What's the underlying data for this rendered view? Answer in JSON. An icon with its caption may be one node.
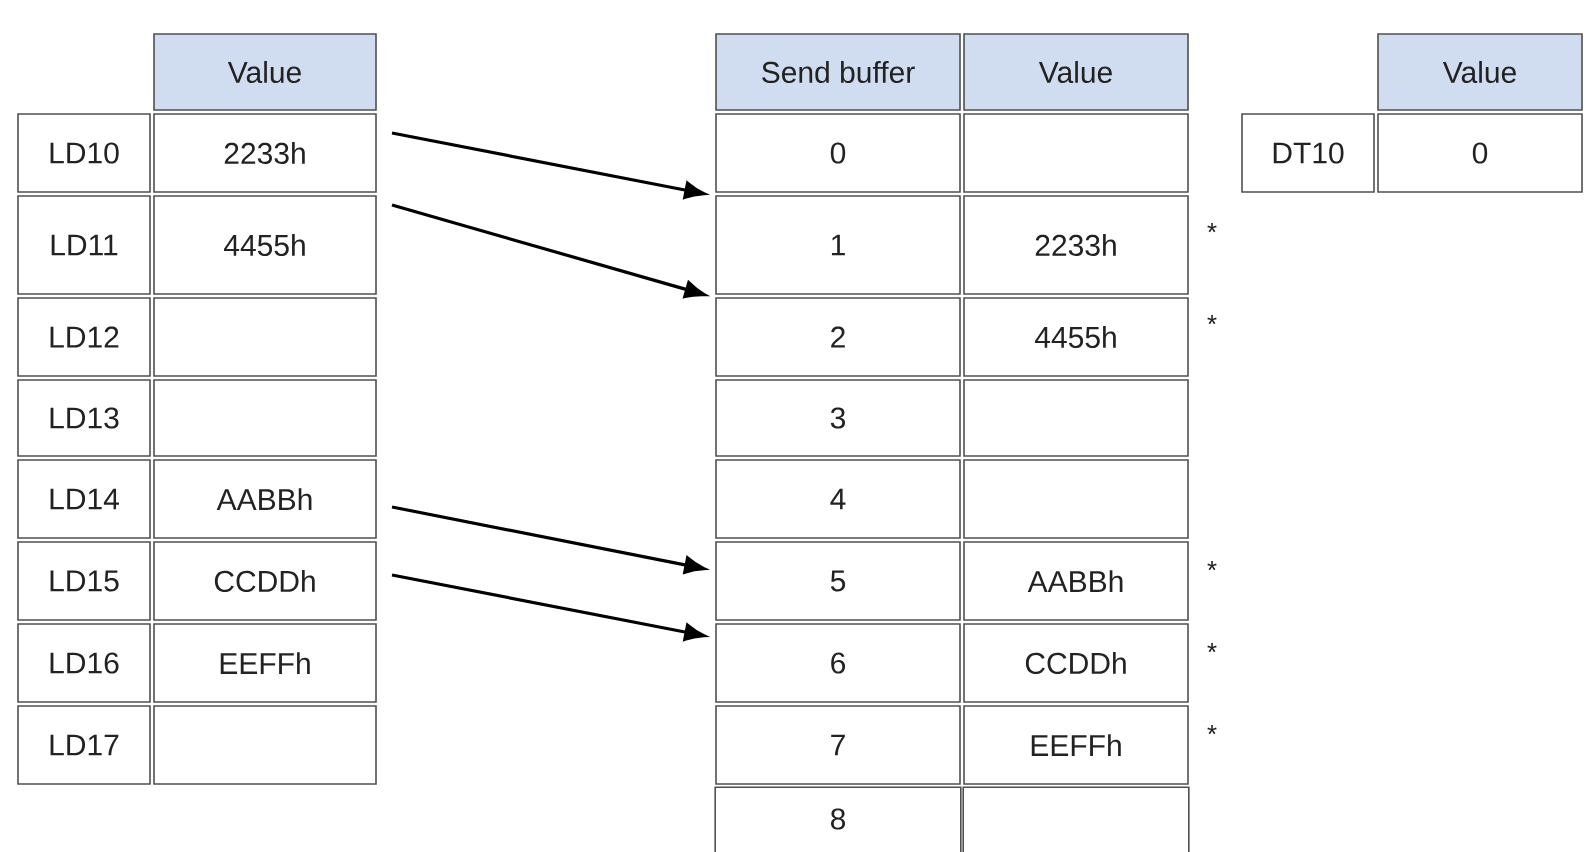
{
  "diagram": {
    "nodes": [
      {
        "text": [
          "Value"
        ]
      },
      {
        "text": [
          "LD10"
        ]
      },
      {
        "text": [
          "2233h"
        ]
      },
      {
        "text": [
          "LD11"
        ]
      },
      {
        "text": [
          "4455h"
        ]
      },
      {
        "text": [
          "LD12"
        ]
      },
      {
        "text": [],
        "shape": "box"
      },
      {
        "text": [
          "LD13"
        ]
      },
      {
        "text": [],
        "shape": "box"
      },
      {
        "text": [
          "LD14"
        ]
      },
      {
        "text": [
          "AABBh"
        ]
      },
      {
        "text": [
          "LD15"
        ]
      },
      {
        "text": [
          "CCDDh"
        ]
      },
      {
        "text": [
          "LD16"
        ]
      },
      {
        "text": [
          "EEFFh"
        ]
      },
      {
        "text": [
          "LD17"
        ]
      },
      {
        "text": [],
        "shape": "box"
      },
      {
        "text": [
          "Send buffer"
        ]
      },
      {
        "text": [
          "Value"
        ]
      },
      {
        "text": [
          "0"
        ]
      },
      {
        "text": [],
        "shape": "box"
      },
      {
        "text": [
          "1"
        ]
      },
      {
        "text": [
          "2233h"
        ]
      },
      {
        "text": [
          "2"
        ]
      },
      {
        "text": [
          "4455h"
        ]
      },
      {
        "text": [
          "3"
        ]
      },
      {
        "text": [],
        "shape": "box"
      },
      {
        "text": [
          "4"
        ]
      },
      {
        "text": [],
        "shape": "box"
      },
      {
        "text": [
          "5"
        ]
      },
      {
        "text": [
          "AABBh"
        ]
      },
      {
        "text": [
          "6"
        ]
      },
      {
        "text": [
          "CCDDh"
        ]
      },
      {
        "text": [
          "7"
        ]
      },
      {
        "text": [
          "EEFFh"
        ]
      },
      {
        "text": [
          "8"
        ]
      },
      {
        "text": [],
        "shape": "box"
      },
      {
        "text": [
          "Value"
        ]
      },
      {
        "text": [
          "DT10"
        ]
      },
      {
        "text": [
          "0"
        ]
      }
    ],
    "edges": [
      {
        "from": 2,
        "to": 21,
        "arrow": "to"
      },
      {
        "from": 4,
        "to": 23,
        "arrow": "to"
      },
      {
        "from": 10,
        "to": 29,
        "arrow": "to"
      },
      {
        "from": 12,
        "to": 31,
        "arrow": "to"
      }
    ],
    "labels": [
      "*",
      "*",
      "*",
      "*",
      "*"
    ]
  }
}
